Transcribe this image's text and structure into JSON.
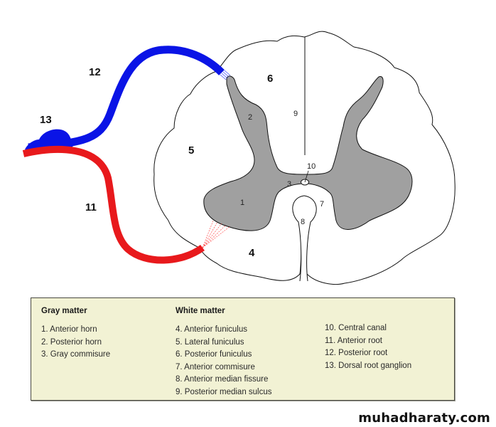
{
  "diagram": {
    "colors": {
      "posterior_root": "#0a14e6",
      "anterior_root": "#e8191c",
      "gray_matter": "#a0a0a0",
      "white_matter": "#ffffff",
      "outline": "#111111"
    },
    "labels": {
      "l1": "1",
      "l2": "2",
      "l3": "3",
      "l4": "4",
      "l5": "5",
      "l6": "6",
      "l7": "7",
      "l8": "8",
      "l9": "9",
      "l10": "10",
      "l11": "11",
      "l12": "12",
      "l13": "13"
    }
  },
  "legend": {
    "gray_matter": {
      "title": "Gray matter",
      "items": [
        "1. Anterior horn",
        "2. Posterior horn",
        "3. Gray commisure"
      ]
    },
    "white_matter": {
      "title": "White matter",
      "items": [
        "4. Anterior funiculus",
        "5. Lateral funiculus",
        "6. Posterior funiculus",
        "7. Anterior commisure",
        "8. Anterior median fissure",
        "9. Posterior median sulcus"
      ]
    },
    "other": {
      "items": [
        "10. Central canal",
        "11. Anterior root",
        "12. Posterior root",
        "13. Dorsal root ganglion"
      ]
    }
  },
  "watermark": "muhadharaty.com"
}
